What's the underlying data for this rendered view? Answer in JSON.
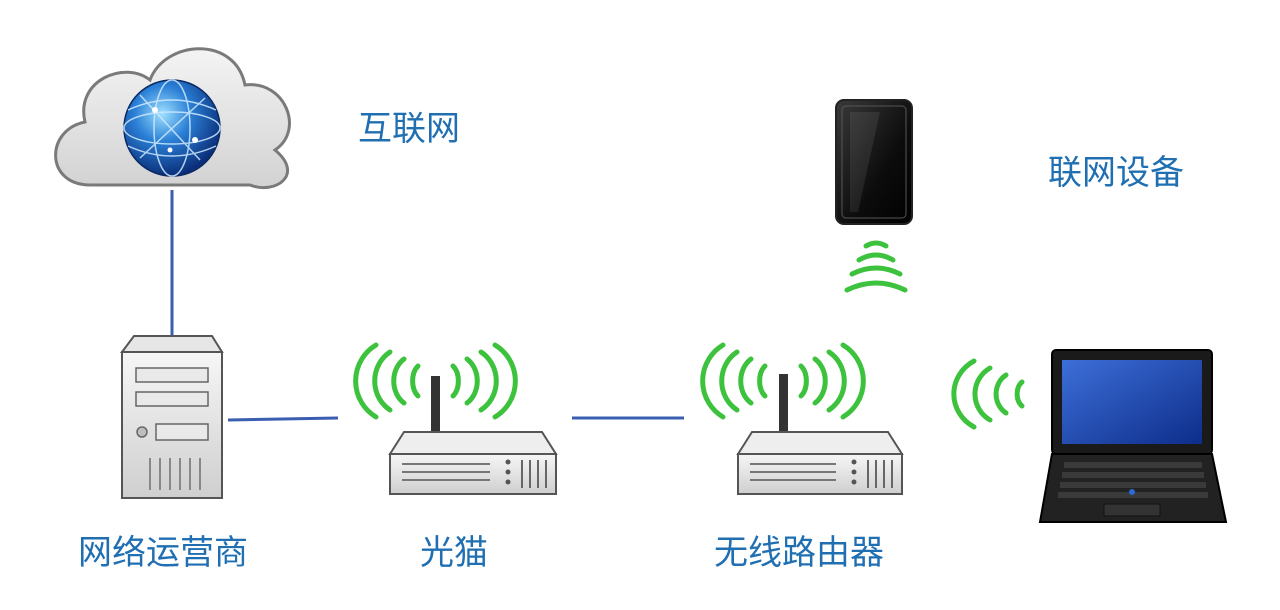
{
  "labels": {
    "internet": "互联网",
    "connected_devices": "联网设备",
    "isp": "网络运营商",
    "optical_modem": "光猫",
    "wireless_router": "无线路由器"
  },
  "colors": {
    "label_text": "#1f6fb2",
    "wired_link": "#3a5fb0",
    "wifi_signal": "#3cc23c",
    "device_gray": "#d8d8d8",
    "device_outline": "#555555"
  },
  "icons": {
    "internet": "cloud-globe-icon",
    "isp": "server-tower-icon",
    "optical_modem": "modem-antenna-icon",
    "wireless_router": "router-antenna-icon",
    "phone": "smartphone-icon",
    "laptop": "laptop-icon"
  }
}
